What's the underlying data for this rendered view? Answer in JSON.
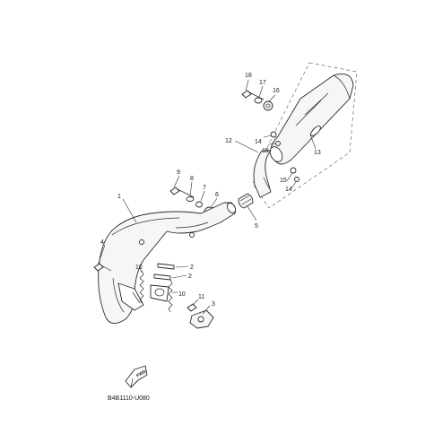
{
  "diagram": {
    "callouts": [
      {
        "id": "c1",
        "text": "1"
      },
      {
        "id": "c2a",
        "text": "2"
      },
      {
        "id": "c2b",
        "text": "2"
      },
      {
        "id": "c3",
        "text": "3"
      },
      {
        "id": "c4",
        "text": "4"
      },
      {
        "id": "c5",
        "text": "5"
      },
      {
        "id": "c6",
        "text": "6"
      },
      {
        "id": "c7",
        "text": "7"
      },
      {
        "id": "c8",
        "text": "8"
      },
      {
        "id": "c9",
        "text": "9"
      },
      {
        "id": "c10a",
        "text": "10"
      },
      {
        "id": "c10b",
        "text": "10"
      },
      {
        "id": "c11",
        "text": "11"
      },
      {
        "id": "c12",
        "text": "12"
      },
      {
        "id": "c13",
        "text": "13"
      },
      {
        "id": "c14a",
        "text": "14"
      },
      {
        "id": "c14b",
        "text": "14"
      },
      {
        "id": "c15a",
        "text": "15"
      },
      {
        "id": "c15b",
        "text": "15"
      },
      {
        "id": "c16",
        "text": "16"
      },
      {
        "id": "c17",
        "text": "17"
      },
      {
        "id": "c18",
        "text": "18"
      }
    ],
    "fwd_label": "FWD",
    "drawing_code": "B4B1110-U080"
  }
}
